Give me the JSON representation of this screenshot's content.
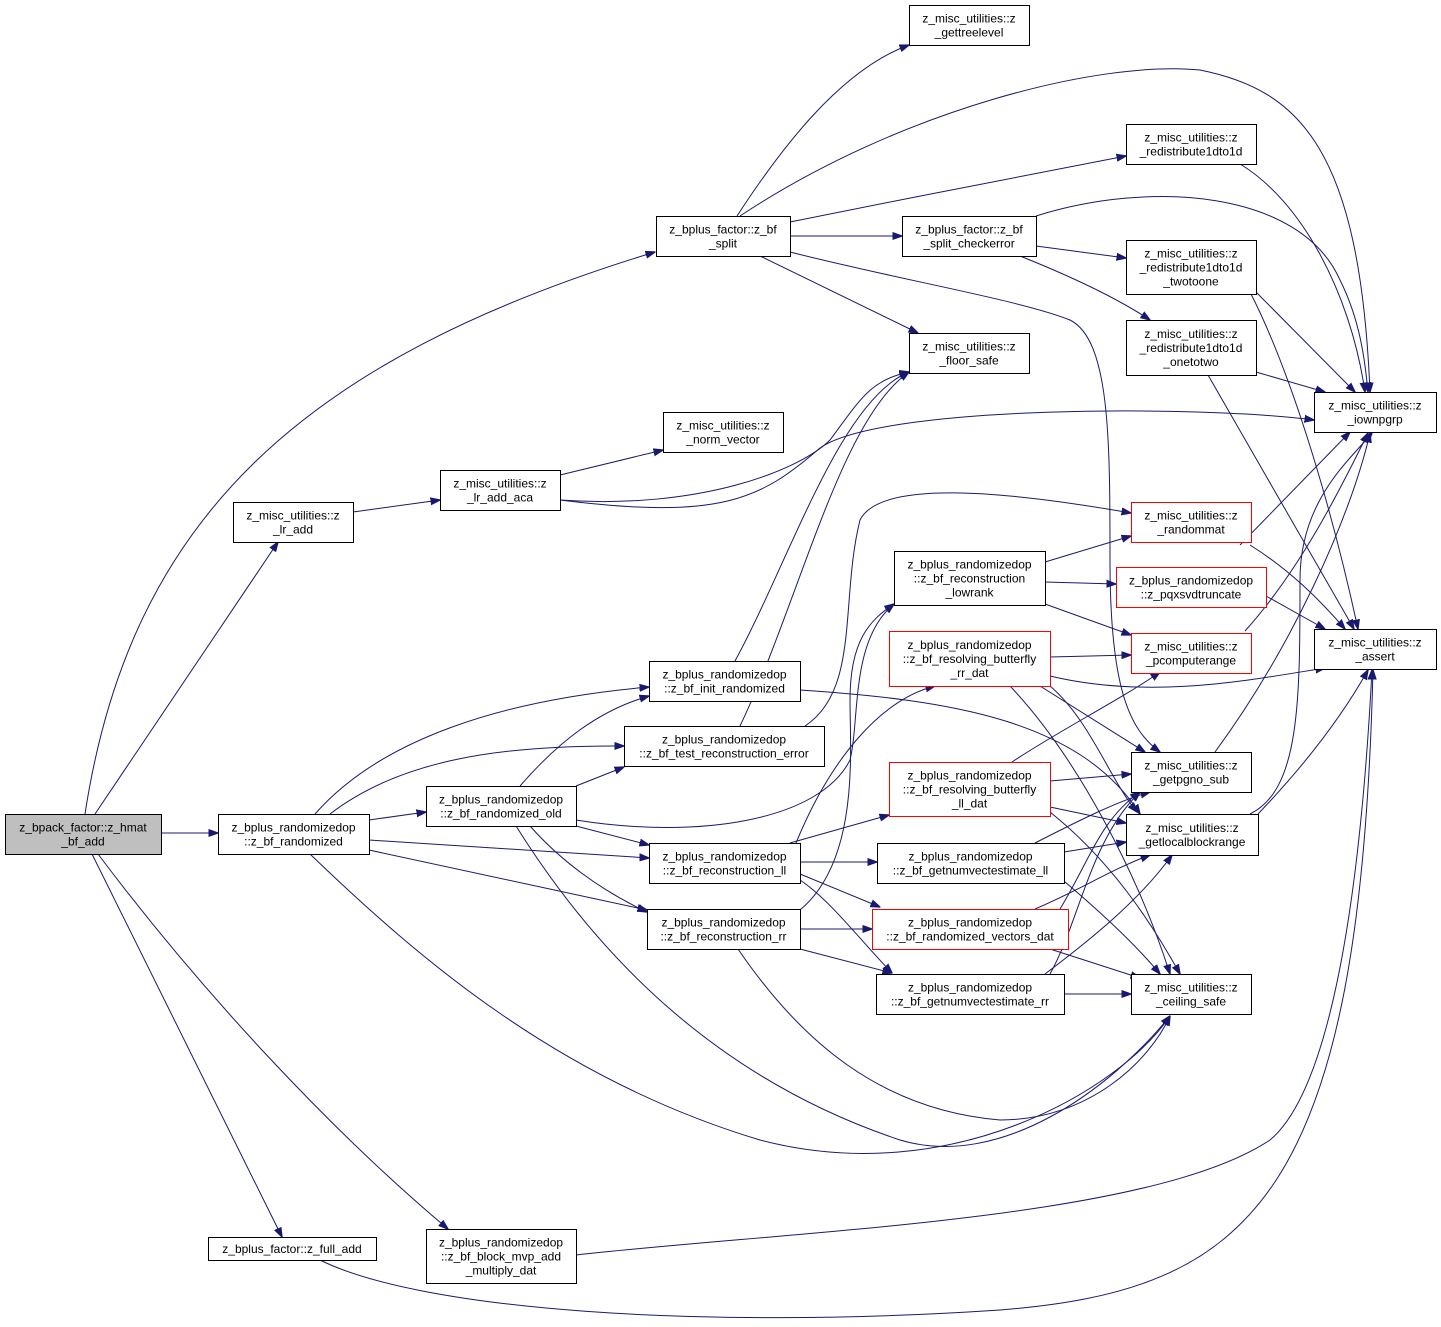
{
  "colors": {
    "edge": "#191970",
    "border": "#000000",
    "truncated_border": "#ff0000",
    "root_fill": "#bfbfbf"
  },
  "nodes": {
    "hmat_bf_add": [
      "z_bpack_factor::z_hmat",
      "_bf_add"
    ],
    "lr_add": [
      "z_misc_utilities::z",
      "_lr_add"
    ],
    "bf_randomized": [
      "z_bplus_randomizedop",
      "::z_bf_randomized"
    ],
    "full_add": [
      "z_bplus_factor::z_full_add"
    ],
    "block_mvp": [
      "z_bplus_randomizedop",
      "::z_bf_block_mvp_add",
      "_multiply_dat"
    ],
    "bf_split": [
      "z_bplus_factor::z_bf",
      "_split"
    ],
    "lr_add_aca": [
      "z_misc_utilities::z",
      "_lr_add_aca"
    ],
    "norm_vector": [
      "z_misc_utilities::z",
      "_norm_vector"
    ],
    "init_randomized": [
      "z_bplus_randomizedop",
      "::z_bf_init_randomized"
    ],
    "test_recon_error": [
      "z_bplus_randomizedop",
      "::z_bf_test_reconstruction_error"
    ],
    "randomized_old": [
      "z_bplus_randomizedop",
      "::z_bf_randomized_old"
    ],
    "recon_ll": [
      "z_bplus_randomizedop",
      "::z_bf_reconstruction_ll"
    ],
    "recon_rr": [
      "z_bplus_randomizedop",
      "::z_bf_reconstruction_rr"
    ],
    "gettreelevel": [
      "z_misc_utilities::z",
      "_gettreelevel"
    ],
    "split_checkerror": [
      "z_bplus_factor::z_bf",
      "_split_checkerror"
    ],
    "floor_safe": [
      "z_misc_utilities::z",
      "_floor_safe"
    ],
    "recon_lowrank": [
      "z_bplus_randomizedop",
      "::z_bf_reconstruction",
      "_lowrank"
    ],
    "resolving_rr": [
      "z_bplus_randomizedop",
      "::z_bf_resolving_butterfly",
      "_rr_dat"
    ],
    "resolving_ll": [
      "z_bplus_randomizedop",
      "::z_bf_resolving_butterfly",
      "_ll_dat"
    ],
    "getnumvect_ll": [
      "z_bplus_randomizedop",
      "::z_bf_getnumvectestimate_ll"
    ],
    "randomized_vectors": [
      "z_bplus_randomizedop",
      "::z_bf_randomized_vectors_dat"
    ],
    "getnumvect_rr": [
      "z_bplus_randomizedop",
      "::z_bf_getnumvectestimate_rr"
    ],
    "redistribute1dto1d": [
      "z_misc_utilities::z",
      "_redistribute1dto1d"
    ],
    "redistribute_twotoone": [
      "z_misc_utilities::z",
      "_redistribute1dto1d",
      "_twotoone"
    ],
    "redistribute_onetotwo": [
      "z_misc_utilities::z",
      "_redistribute1dto1d",
      "_onetotwo"
    ],
    "randommat": [
      "z_misc_utilities::z",
      "_randommat"
    ],
    "pqxsvdtruncate": [
      "z_bplus_randomizedop",
      "::z_pqxsvdtruncate"
    ],
    "pcomputerange": [
      "z_misc_utilities::z",
      "_pcomputerange"
    ],
    "getpgno_sub": [
      "z_misc_utilities::z",
      "_getpgno_sub"
    ],
    "getlocalblockrange": [
      "z_misc_utilities::z",
      "_getlocalblockrange"
    ],
    "ceiling_safe": [
      "z_misc_utilities::z",
      "_ceiling_safe"
    ],
    "iownpgrp": [
      "z_misc_utilities::z",
      "_iownpgrp"
    ],
    "assert": [
      "z_misc_utilities::z",
      "_assert"
    ]
  }
}
